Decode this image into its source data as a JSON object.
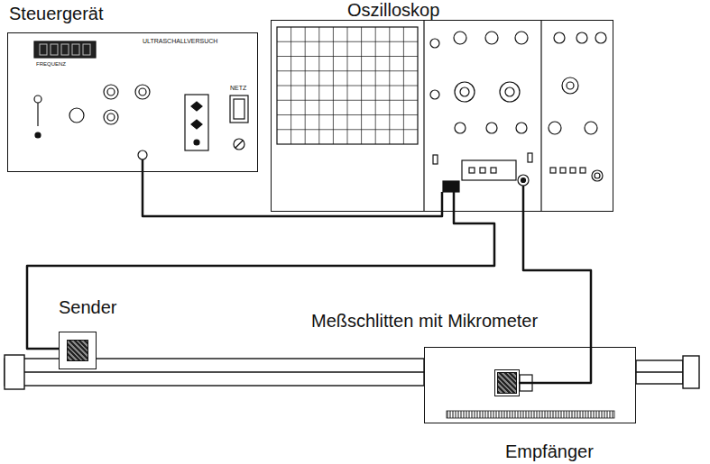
{
  "diagram": {
    "nodes": [
      {
        "text": [
          "Steuergerät",
          "ULTRASCHALLVERSUCH",
          "FREQUENZ",
          "NETZ"
        ]
      },
      {
        "text": [
          "Oszilloskop"
        ]
      },
      {
        "text": [
          "Sender"
        ]
      },
      {
        "text": [
          "Meßschlitten mit Mikrometer"
        ]
      },
      {
        "text": [
          "Empfänger"
        ],
        "in": 3
      }
    ],
    "edges": [
      {
        "from": 0,
        "to": 1,
        "arrow": "none"
      },
      {
        "from": 1,
        "to": 2,
        "arrow": "none"
      },
      {
        "from": 1,
        "to": 4,
        "arrow": "none"
      }
    ]
  }
}
